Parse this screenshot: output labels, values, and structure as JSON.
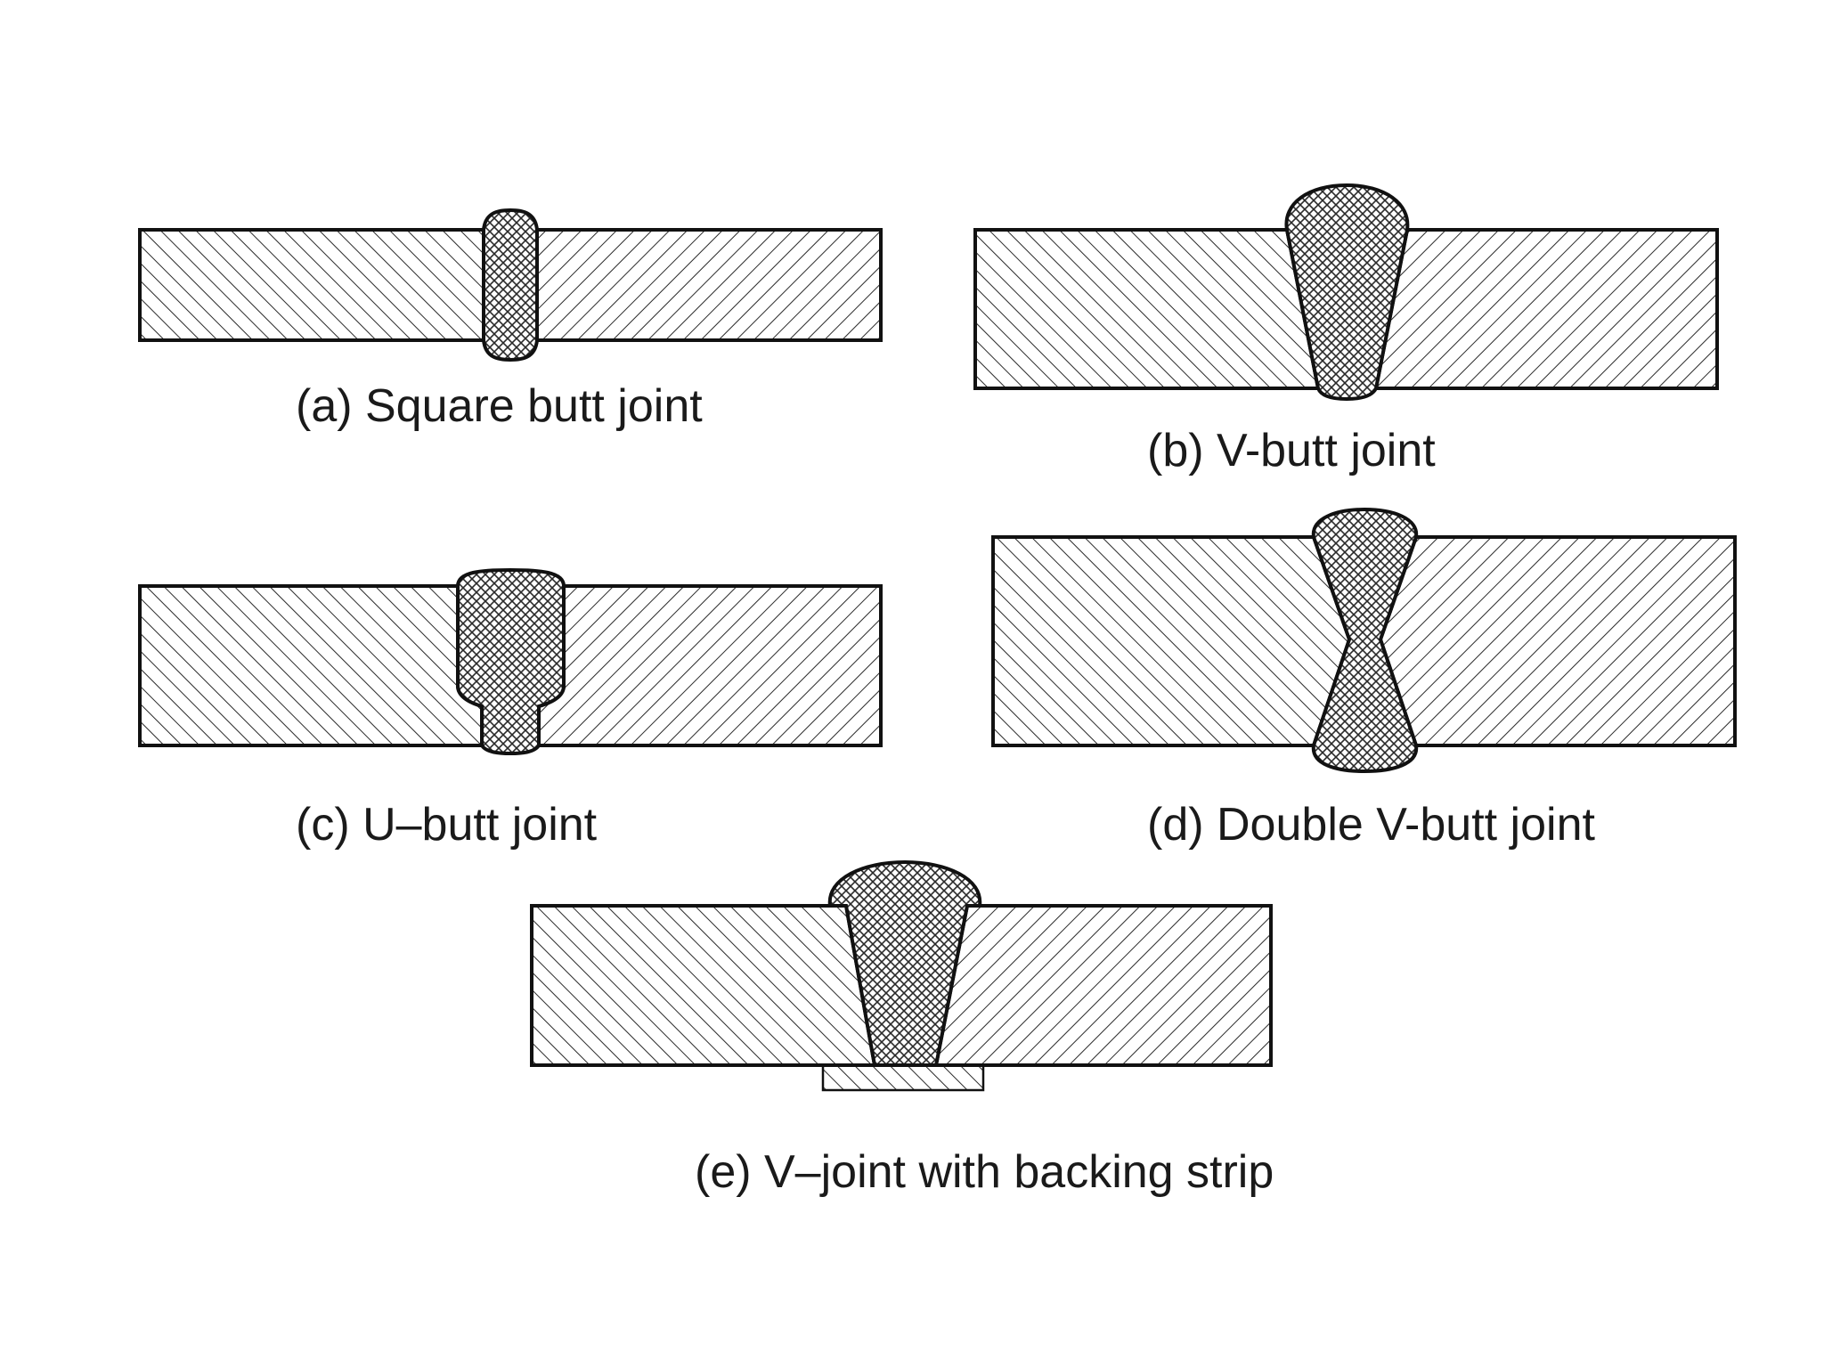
{
  "captions": {
    "a": "(a) Square butt joint",
    "b": "(b) V-butt joint",
    "c": "(c) U–butt joint",
    "d": "(d) Double V-butt joint",
    "e": "(e) V–joint with backing strip"
  },
  "colors": {
    "outline": "#111111",
    "hatch": "#2a2a2a",
    "background": "#ffffff"
  }
}
